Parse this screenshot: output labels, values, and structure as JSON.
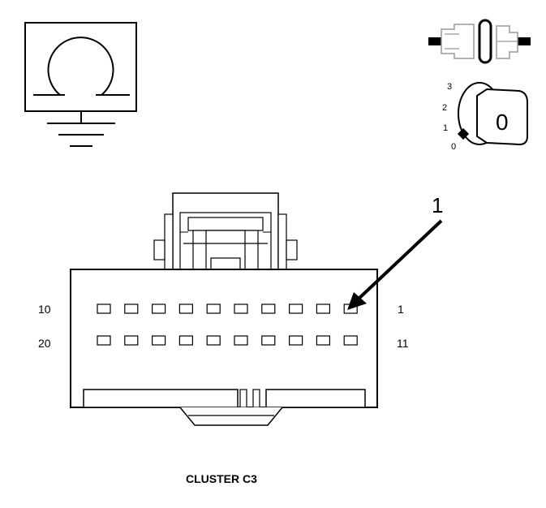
{
  "icons": {
    "ohmmeter": "ohmmeter-ground-icon",
    "connector_disconnect": "connector-disconnect-icon",
    "ignition_key": "ignition-key-icon"
  },
  "ignition": {
    "positions": [
      "3",
      "2",
      "1",
      "0"
    ],
    "key_label": "0"
  },
  "connector": {
    "row1_left": "10",
    "row1_right": "1",
    "row2_left": "20",
    "row2_right": "11",
    "callout": "1",
    "pins_per_row": 10
  },
  "caption": "CLUSTER C3"
}
